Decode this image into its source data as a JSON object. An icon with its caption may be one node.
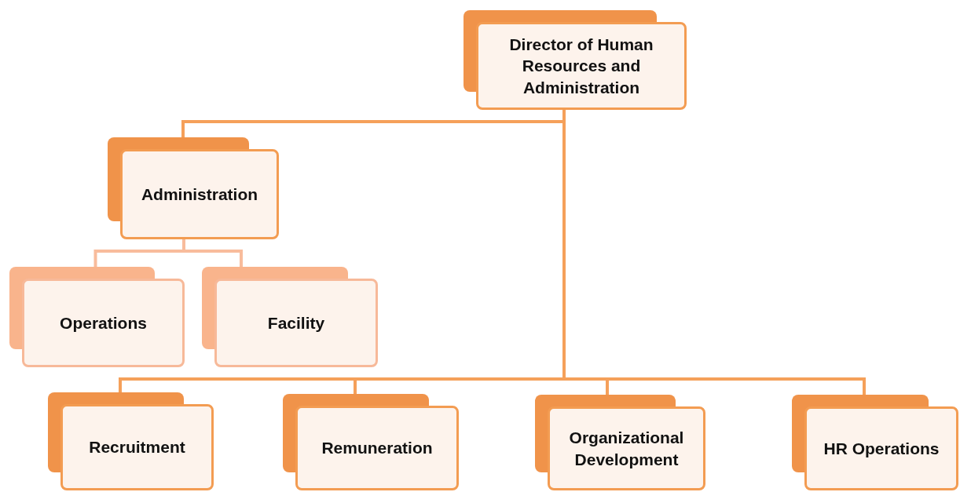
{
  "diagram": {
    "nodes": [
      {
        "text": [
          "Director of Human Resources and Administration"
        ]
      },
      {
        "text": [
          "Administration"
        ]
      },
      {
        "text": [
          "Operations"
        ]
      },
      {
        "text": [
          "Facility"
        ]
      },
      {
        "text": [
          "Recruitment"
        ]
      },
      {
        "text": [
          "Remuneration"
        ]
      },
      {
        "text": [
          "Organizational Development"
        ]
      },
      {
        "text": [
          "HR Operations"
        ]
      }
    ],
    "edges": [
      {
        "from": 0,
        "to": 1,
        "arrow": "none"
      },
      {
        "from": 1,
        "to": 2,
        "arrow": "none",
        "color": "#f8bc9c"
      },
      {
        "from": 1,
        "to": 3,
        "arrow": "none",
        "color": "#f8bc9c"
      },
      {
        "from": 0,
        "to": 4,
        "arrow": "none"
      },
      {
        "from": 0,
        "to": 5,
        "arrow": "none"
      },
      {
        "from": 0,
        "to": 6,
        "arrow": "none"
      },
      {
        "from": 0,
        "to": 7,
        "arrow": "none"
      }
    ]
  }
}
